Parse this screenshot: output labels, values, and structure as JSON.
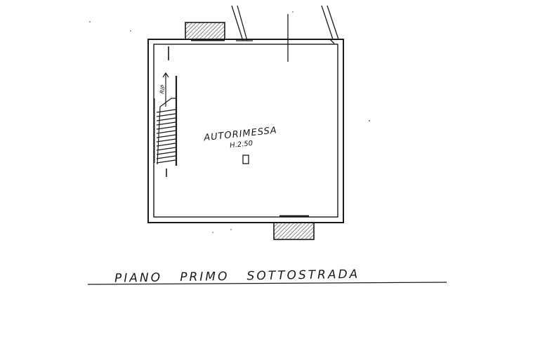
{
  "plan": {
    "room_name": "AUTORIMESSA",
    "room_height": "H.2.50",
    "stair_label": "RIP",
    "floor_title": "PIANO   PRIMO   SOTTOSTRADA"
  },
  "colors": {
    "ink": "#1a1a1a",
    "hatch": "#555555",
    "paper": "#ffffff"
  }
}
